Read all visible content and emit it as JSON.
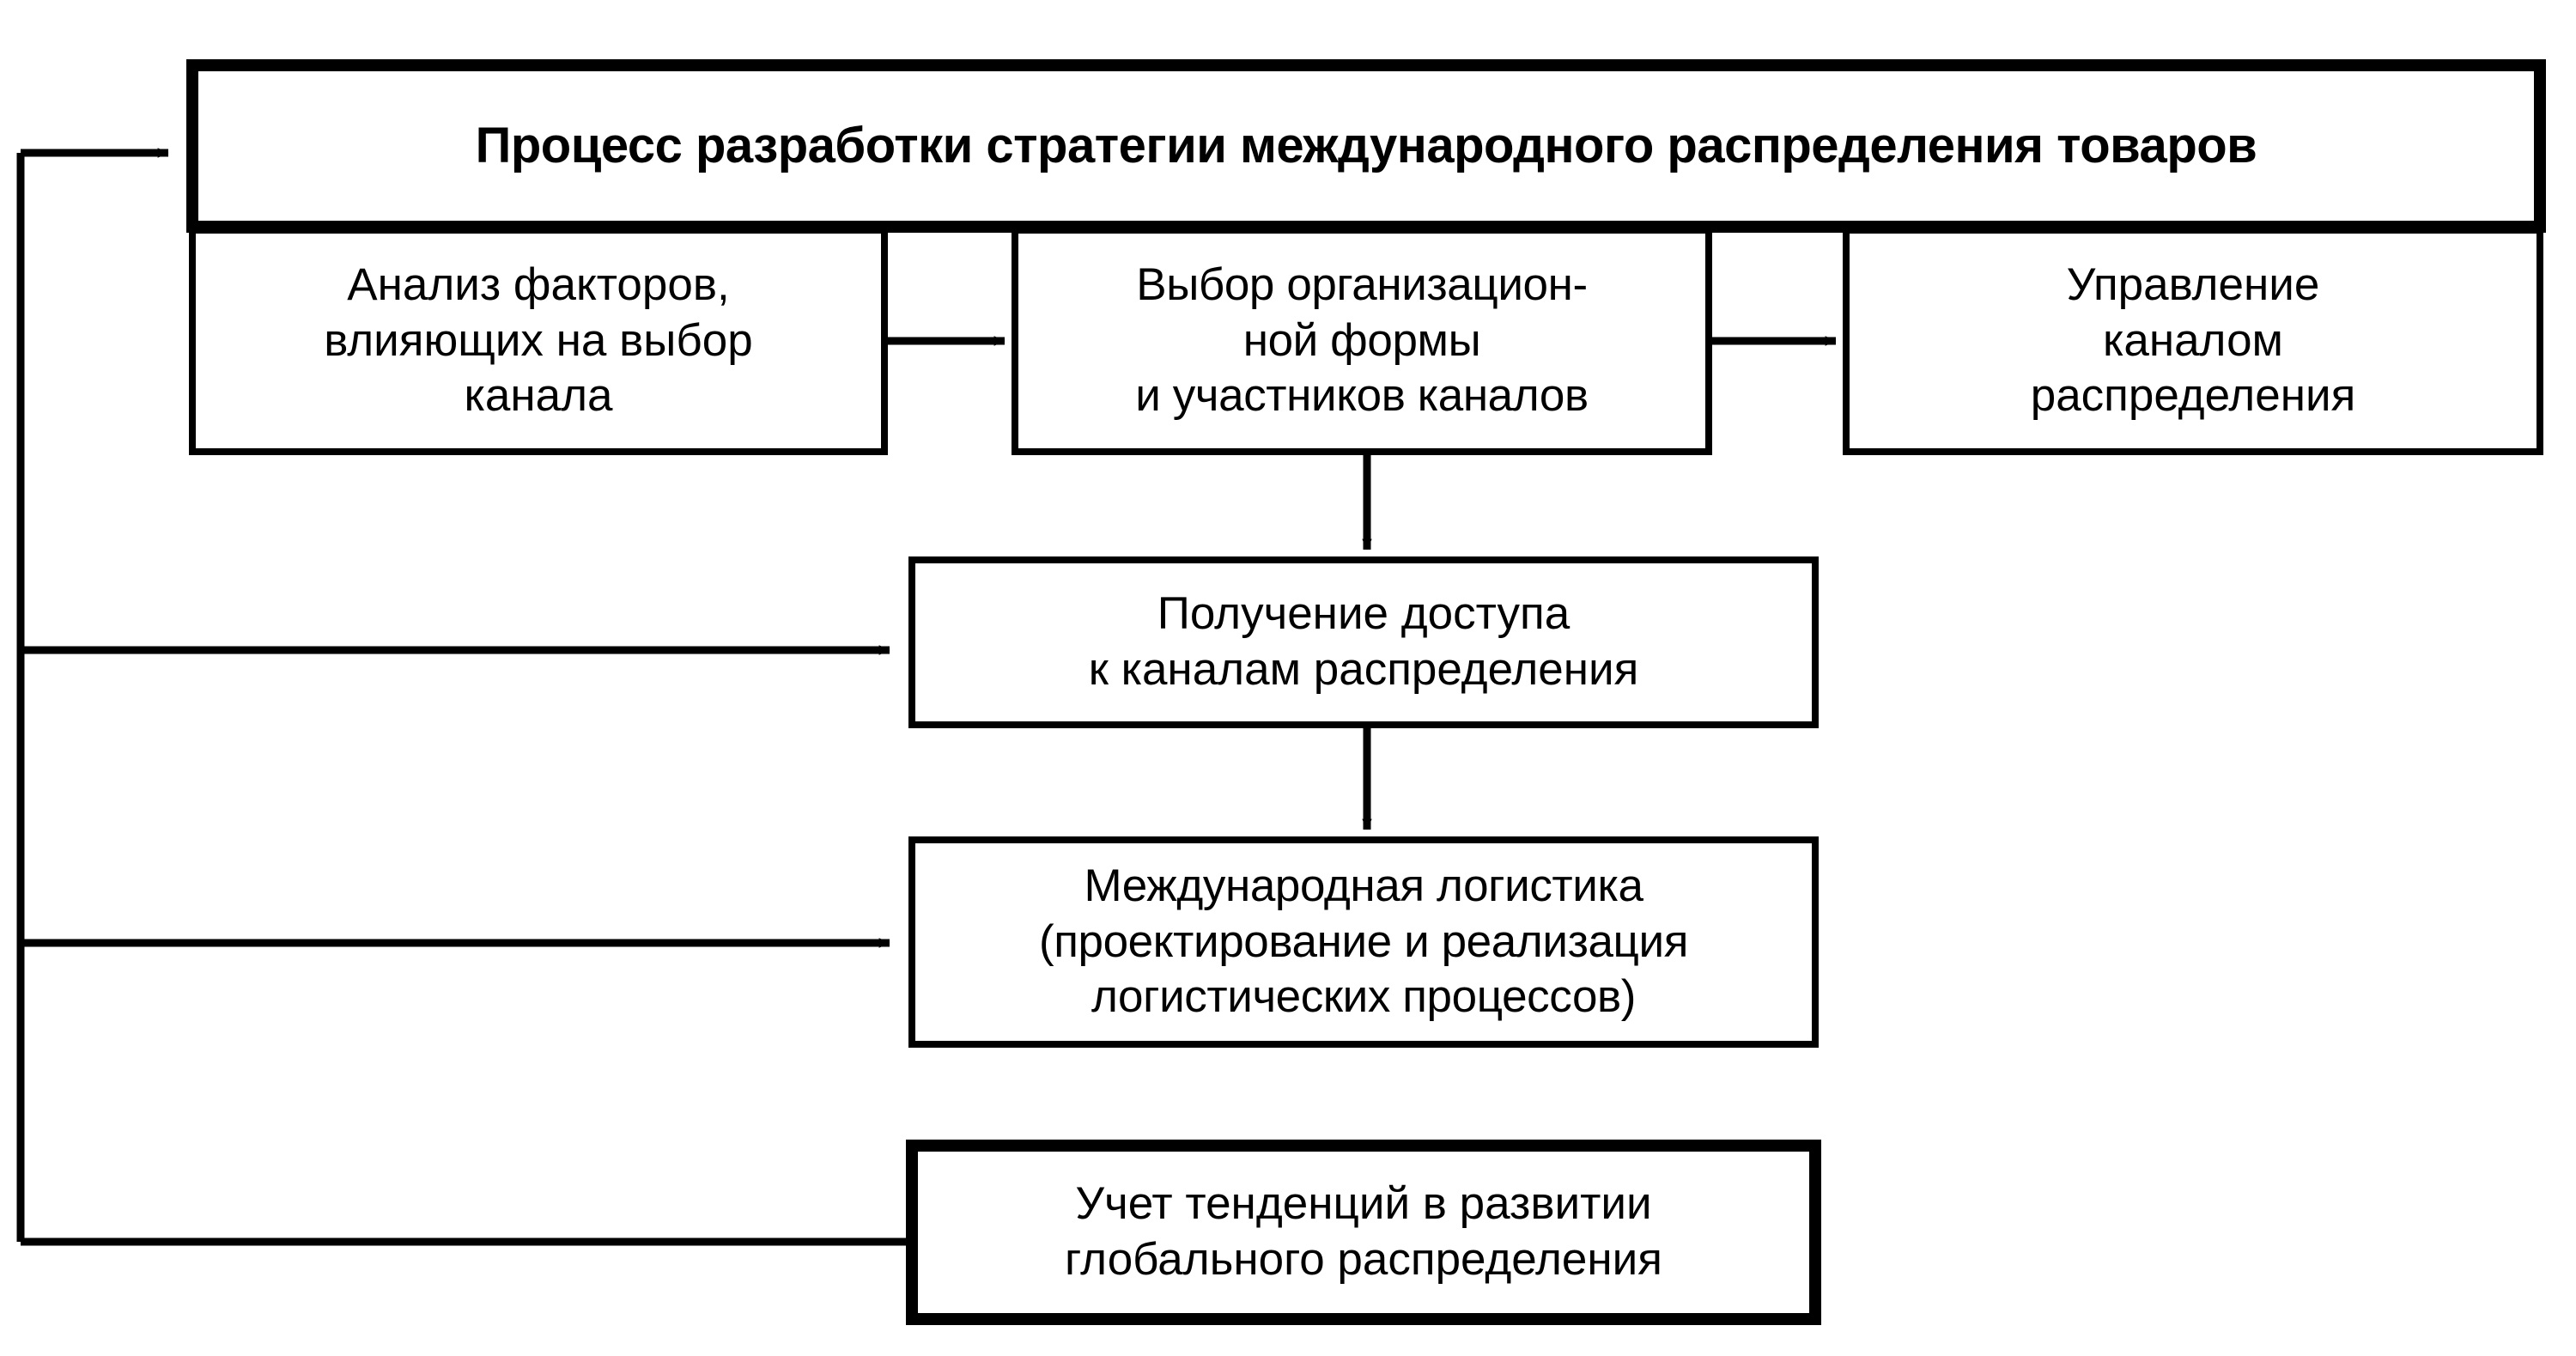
{
  "diagram": {
    "type": "flowchart",
    "orientation": "top-down-with-feedback",
    "background_color": "#ffffff",
    "line_color": "#000000",
    "text_color": "#000000",
    "title": "Процесс разработки стратегии международного распределения товаров",
    "nodes": [
      {
        "id": "title",
        "label": "Процесс разработки стратегии международного распределения товаров",
        "emphasis": "bold",
        "border": "thick"
      },
      {
        "id": "stage1",
        "label": "Анализ факторов,\nвлияющих на выбор\nканала",
        "emphasis": "normal",
        "border": "thin"
      },
      {
        "id": "stage2",
        "label": "Выбор организацион-\nной формы\nи участников каналов",
        "emphasis": "normal",
        "border": "thin"
      },
      {
        "id": "stage3",
        "label": "Управление\nканалом\nраспределения",
        "emphasis": "normal",
        "border": "thin"
      },
      {
        "id": "stage4",
        "label": "Получение доступа\nк каналам распределения",
        "emphasis": "normal",
        "border": "thin"
      },
      {
        "id": "stage5",
        "label": "Международная логистика\n(проектирование и реализация\nлогистических процессов)",
        "emphasis": "normal",
        "border": "thin"
      },
      {
        "id": "stage6",
        "label": "Учет тенденций в развитии\nглобального распределения",
        "emphasis": "normal",
        "border": "thick"
      }
    ],
    "connectors": [
      {
        "from": "stage1",
        "to": "stage2",
        "direction": "right",
        "arrow": true
      },
      {
        "from": "stage2",
        "to": "stage3",
        "direction": "right",
        "arrow": true
      },
      {
        "from": "stage2",
        "to": "stage4",
        "direction": "down",
        "arrow": true
      },
      {
        "from": "stage4",
        "to": "stage5",
        "direction": "down",
        "arrow": true
      },
      {
        "from": "feedback-spine",
        "to": "title",
        "direction": "right",
        "arrow": true
      },
      {
        "from": "feedback-spine",
        "to": "stage4",
        "direction": "right",
        "arrow": true
      },
      {
        "from": "feedback-spine",
        "to": "stage5",
        "direction": "right",
        "arrow": true
      },
      {
        "from": "stage6",
        "to": "feedback-spine",
        "direction": "left",
        "arrow": false
      }
    ]
  }
}
